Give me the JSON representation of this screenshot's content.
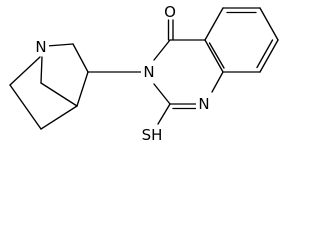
{
  "molecule": {
    "atoms": {
      "oxygen": "O",
      "n_amide": "N",
      "n_imine": "N",
      "n_bridgehead": "N",
      "thiol": "SH"
    }
  }
}
